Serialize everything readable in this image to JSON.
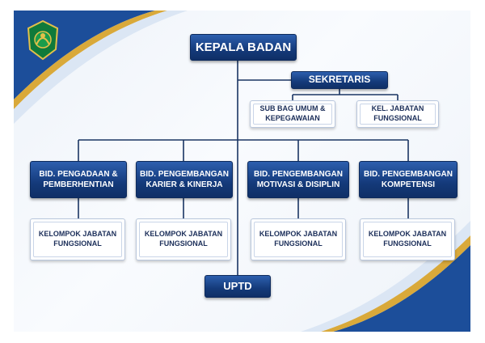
{
  "logo": {
    "name": "emblem-logo"
  },
  "nodes": {
    "head": "KEPALA BADAN",
    "secretary": "SEKRETARIS",
    "sub_bag": "SUB BAG UMUM &\nKEPEGAWAIAN",
    "secretary_group": "KEL. JABATAN\nFUNGSIONAL",
    "div1": "BID. PENGADAAN &\nPEMBERHENTIAN",
    "div2": "BID. PENGEMBANGAN\nKARIER & KINERJA",
    "div3": "BID. PENGEMBANGAN\nMOTIVASI & DISIPLIN",
    "div4": "BID. PENGEMBANGAN\nKOMPETENSI",
    "group1": "KELOMPOK JABATAN\nFUNGSIONAL",
    "group2": "KELOMPOK JABATAN\nFUNGSIONAL",
    "group3": "KELOMPOK JABATAN\nFUNGSIONAL",
    "group4": "KELOMPOK JABATAN\nFUNGSIONAL",
    "uptd": "UPTD"
  },
  "colors": {
    "box_dark": "#143a7a",
    "connector": "#1a3563",
    "accent_gold": "#d9a93a"
  }
}
